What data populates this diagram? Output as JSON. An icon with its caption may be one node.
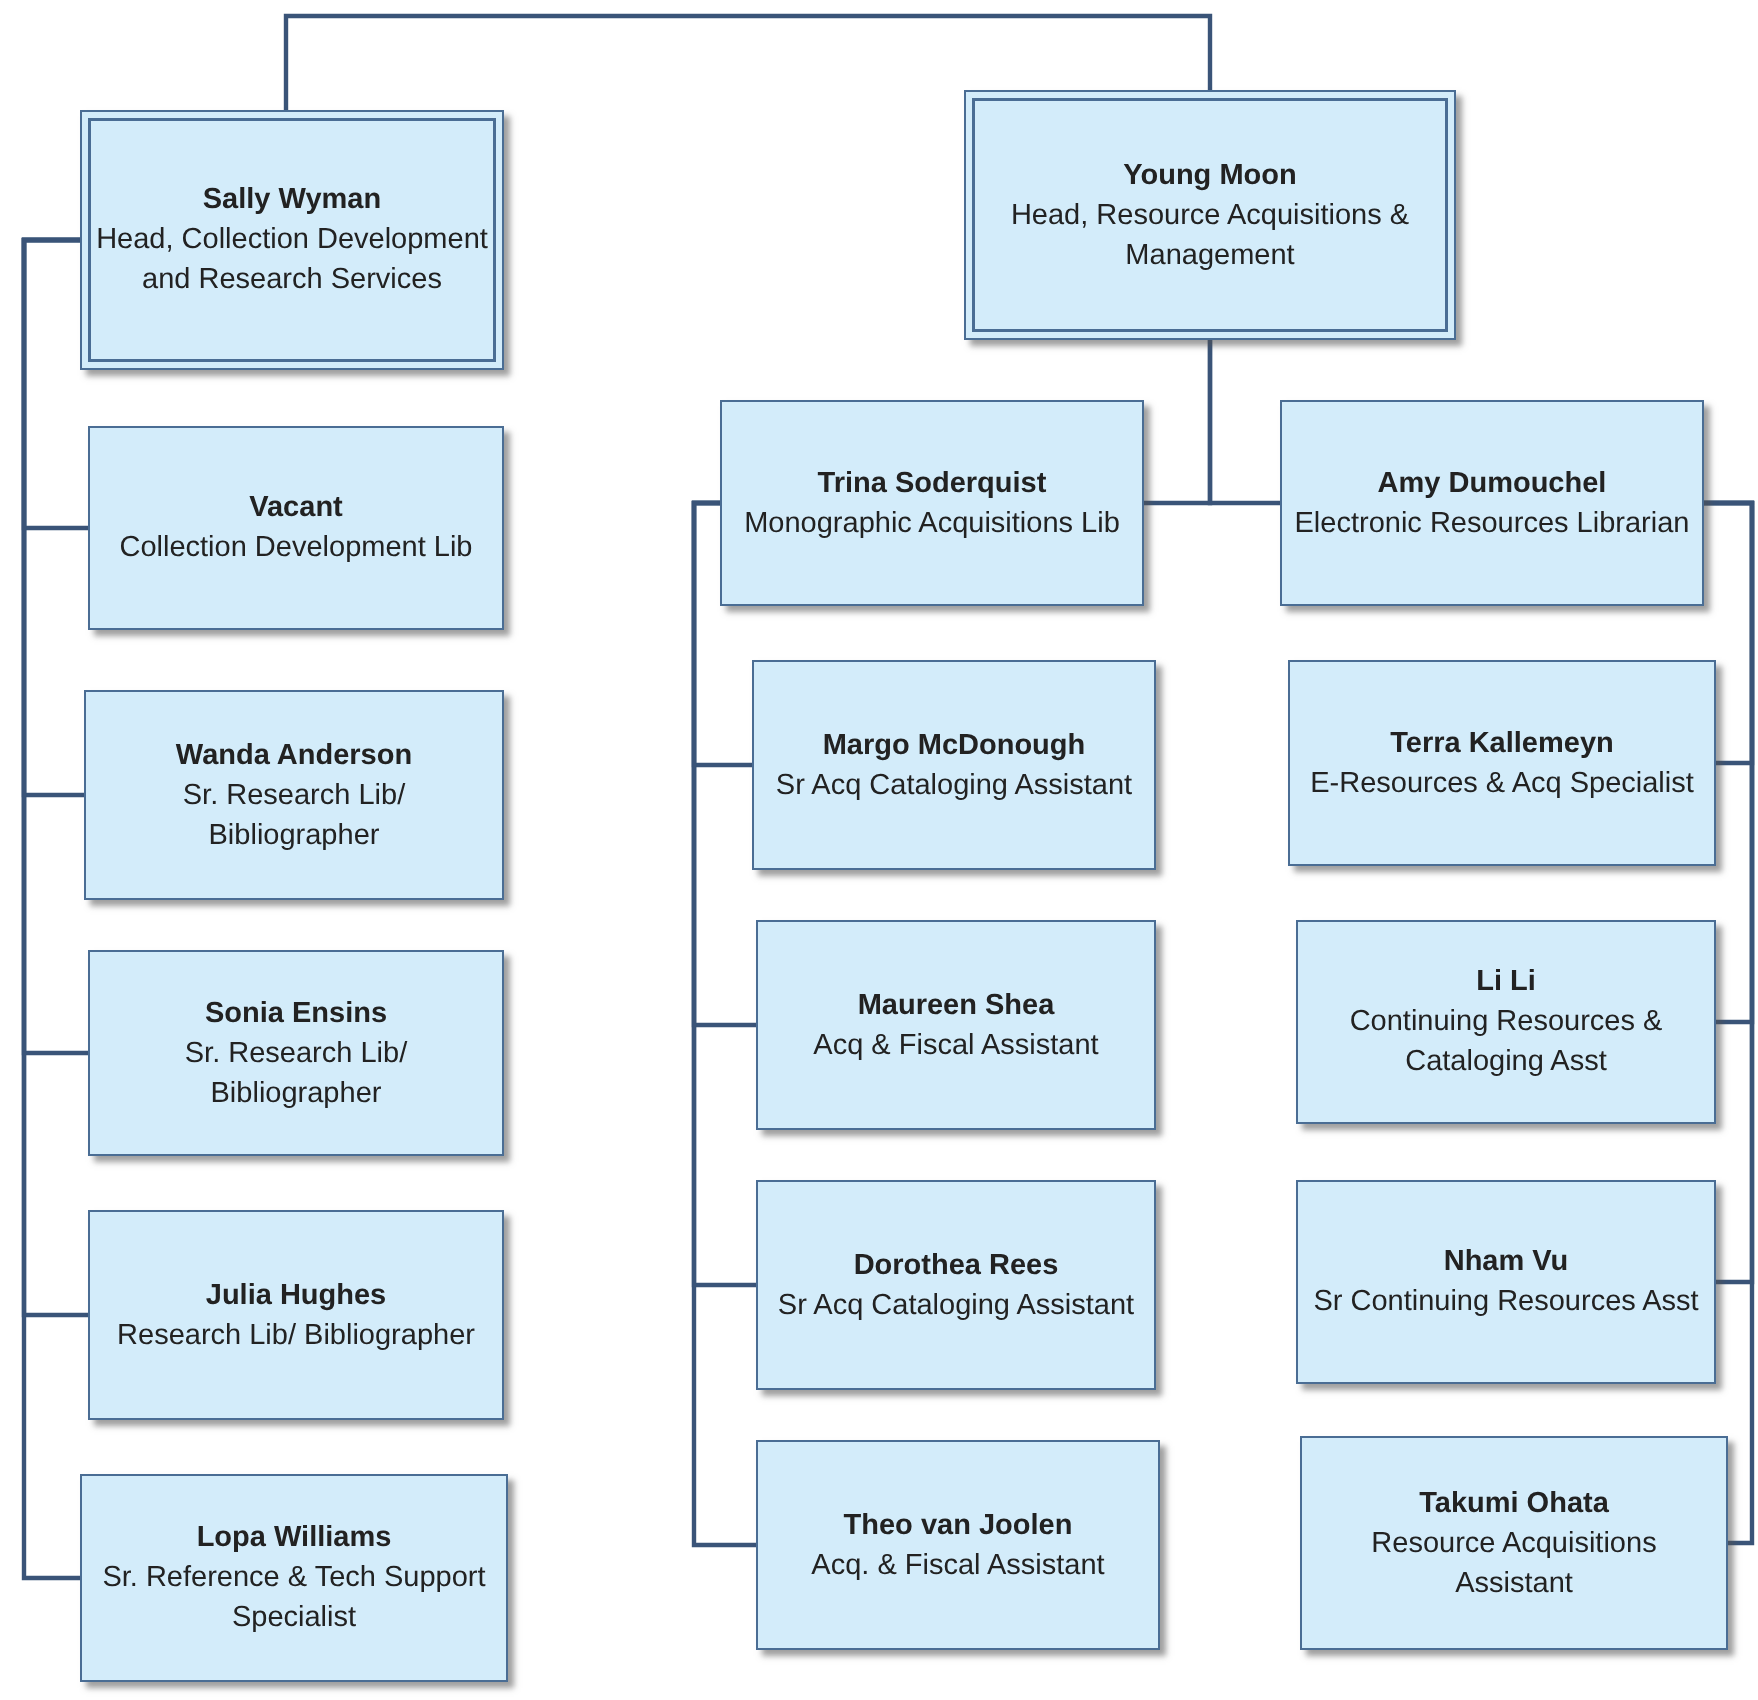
{
  "diagram": {
    "nodes": [
      {
        "text": [
          "Sally Wyman",
          "Head, Collection Development and Research Services"
        ]
      },
      {
        "text": [
          "Young Moon",
          "Head, Resource Acquisitions & Management"
        ]
      },
      {
        "text": [
          "Vacant",
          "Collection Development Lib"
        ]
      },
      {
        "text": [
          "Trina Soderquist",
          "Monographic Acquisitions Lib"
        ]
      },
      {
        "text": [
          "Amy Dumouchel",
          "Electronic Resources Librarian"
        ]
      },
      {
        "text": [
          "Wanda Anderson",
          "Sr. Research Lib/ Bibliographer"
        ]
      },
      {
        "text": [
          "Margo McDonough",
          "Sr Acq Cataloging Assistant"
        ]
      },
      {
        "text": [
          "Terra Kallemeyn",
          "E-Resources & Acq Specialist"
        ]
      },
      {
        "text": [
          "Sonia Ensins",
          "Sr. Research Lib/ Bibliographer"
        ]
      },
      {
        "text": [
          "Maureen Shea",
          "Acq & Fiscal Assistant"
        ]
      },
      {
        "text": [
          "Li Li",
          "Continuing Resources & Cataloging Asst"
        ]
      },
      {
        "text": [
          "Julia Hughes",
          "Research Lib/ Bibliographer"
        ]
      },
      {
        "text": [
          "Dorothea Rees",
          "Sr Acq Cataloging Assistant"
        ]
      },
      {
        "text": [
          "Nham Vu",
          "Sr Continuing Resources Asst"
        ]
      },
      {
        "text": [
          "Lopa Williams",
          "Sr. Reference & Tech Support Specialist"
        ]
      },
      {
        "text": [
          "Theo van Joolen",
          "Acq. & Fiscal Assistant"
        ]
      },
      {
        "text": [
          "Takumi Ohata",
          "Resource Acquisitions Assistant"
        ]
      }
    ],
    "edges": [
      {
        "from": 0,
        "to": 1,
        "arrow": "none"
      },
      {
        "from": 0,
        "to": 2,
        "arrow": "none"
      },
      {
        "from": 0,
        "to": 5,
        "arrow": "none"
      },
      {
        "from": 0,
        "to": 8,
        "arrow": "none"
      },
      {
        "from": 0,
        "to": 11,
        "arrow": "none"
      },
      {
        "from": 0,
        "to": 14,
        "arrow": "none"
      },
      {
        "from": 1,
        "to": 3,
        "arrow": "none"
      },
      {
        "from": 1,
        "to": 4,
        "arrow": "none"
      },
      {
        "from": 3,
        "to": 6,
        "arrow": "none"
      },
      {
        "from": 3,
        "to": 9,
        "arrow": "none"
      },
      {
        "from": 3,
        "to": 12,
        "arrow": "none"
      },
      {
        "from": 3,
        "to": 15,
        "arrow": "none"
      },
      {
        "from": 4,
        "to": 7,
        "arrow": "none"
      },
      {
        "from": 4,
        "to": 10,
        "arrow": "none"
      },
      {
        "from": 4,
        "to": 13,
        "arrow": "none"
      },
      {
        "from": 4,
        "to": 16,
        "arrow": "none"
      }
    ]
  }
}
